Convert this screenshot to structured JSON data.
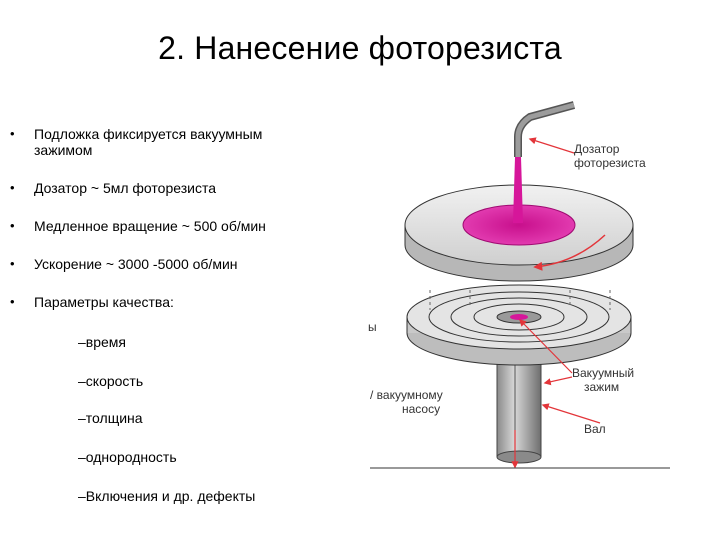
{
  "slide": {
    "title": "2. Нанесение фоторезиста",
    "bullet_symbol": "•",
    "bullets": [
      "Подложка фиксируется вакуумным зажимом",
      "Дозатор ~ 5мл фоторезиста",
      "Медленное вращение ~ 500 об/мин",
      "Ускорение ~ 3000 -5000 об/мин",
      "Параметры качества:"
    ],
    "sub_items": [
      "–время",
      "–скорость",
      "–толщина",
      "–однородность",
      "–Включения и др. дефекты"
    ]
  },
  "diagram": {
    "labels": {
      "dispenser_1": "Дозатор",
      "dispenser_2": "фоторезиста",
      "fragment_y": "ы",
      "vacuum_chuck_1": "Вакуумный",
      "vacuum_chuck_2": "зажим",
      "to_pump_1": "/ вакуумному",
      "to_pump_2": "насосу",
      "shaft": "Вал"
    },
    "colors": {
      "resist": "#d6169a",
      "disk": "#e4e4e4",
      "arrow": "#e3353a",
      "label": "#333333"
    }
  }
}
